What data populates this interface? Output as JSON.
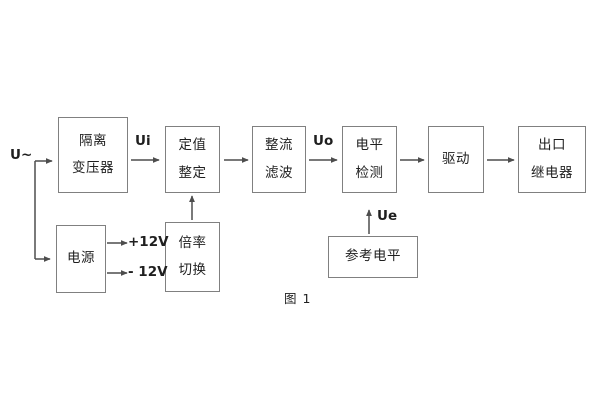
{
  "diagram": {
    "caption": "图 1",
    "colors": {
      "box_border": "#808080",
      "text": "#1f1f1f",
      "wire": "#4d4d4d",
      "background": "#ffffff"
    },
    "blocks": [
      {
        "id": "isolation-transformer",
        "line1": "隔离",
        "line2": "变压器"
      },
      {
        "id": "setting-value",
        "line1": "定值",
        "line2": "整定"
      },
      {
        "id": "rectify-filter",
        "line1": "整流",
        "line2": "滤波"
      },
      {
        "id": "level-detect",
        "line1": "电平",
        "line2": "检测"
      },
      {
        "id": "drive",
        "line1": "驱动",
        "line2": ""
      },
      {
        "id": "output-relay",
        "line1": "出口",
        "line2": "继电器"
      },
      {
        "id": "power-supply",
        "line1": "电源",
        "line2": ""
      },
      {
        "id": "multiplier-switch",
        "line1": "倍率",
        "line2": "切换"
      },
      {
        "id": "reference-level",
        "line1": "参考电平",
        "line2": ""
      }
    ],
    "signals": {
      "input_source": "U~",
      "ui": "Ui",
      "uo": "Uo",
      "ue": "Ue",
      "rail_positive": "+12V",
      "rail_negative": "- 12V"
    }
  }
}
